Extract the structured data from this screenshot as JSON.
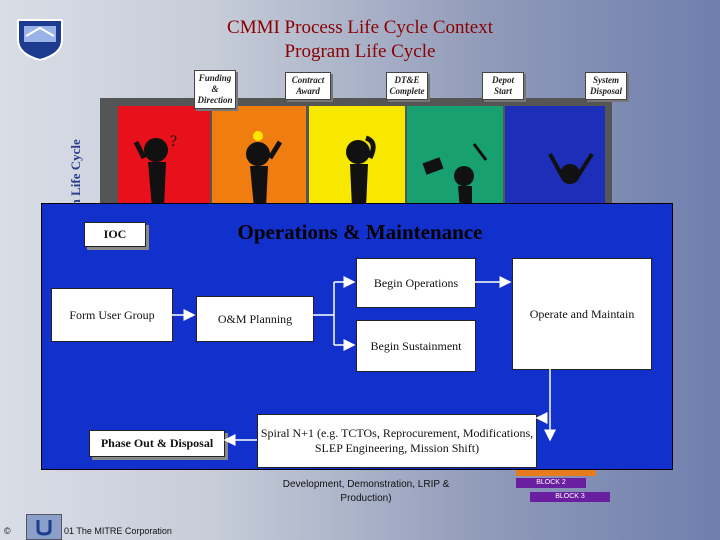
{
  "title": {
    "line1": "CMMI Process Life Cycle Context",
    "line2": "Program Life Cycle"
  },
  "vertical_label": "m Life Cycle",
  "milestones": [
    {
      "label": "Funding & Direction"
    },
    {
      "label": "Contract Award"
    },
    {
      "label": "DT&E Complete"
    },
    {
      "label": "Depot Start"
    },
    {
      "label": "System Disposal"
    }
  ],
  "colors": {
    "red": "#e8101a",
    "orange": "#f07d10",
    "yellow": "#f8e800",
    "green": "#18a070",
    "blue": "#1d2fb8",
    "panel": "#1231cc"
  },
  "figures": [
    "?",
    "💡",
    "",
    "✎",
    ""
  ],
  "panel": {
    "heading": "Operations & Maintenance",
    "ioc": "IOC",
    "form_user_group": "Form User Group",
    "om_planning": "O&M Planning",
    "begin_operations": "Begin Operations",
    "begin_sustainment": "Begin Sustainment",
    "operate_maintain": "Operate and Maintain",
    "phase_out": "Phase Out & Disposal",
    "spiral": "Spiral N+1 (e.g. TCTOs, Reprocurement, Modifications, SLEP Engineering, Mission Shift)"
  },
  "lower": {
    "development": "Development, Demonstration, LRIP & Production)",
    "block2": "BLOCK 2",
    "block3": "BLOCK 3"
  },
  "footer": {
    "copyright": "©",
    "text": "01 The MITRE Corporation"
  }
}
